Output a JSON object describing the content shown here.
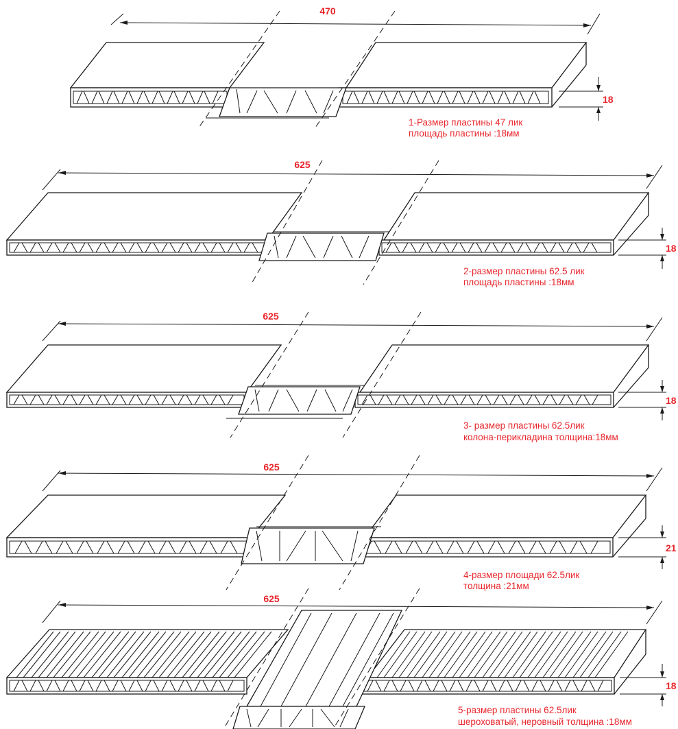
{
  "colors": {
    "label": "#e8262c",
    "line": "#1a1a1a",
    "background": "#ffffff"
  },
  "panels": [
    {
      "id": "panel-1",
      "length": "470",
      "thickness": "18",
      "caption": [
        "1-Размер пластины 47 лик",
        "площадь пластины  :18мм"
      ],
      "joint": "trapezoid-center"
    },
    {
      "id": "panel-2",
      "length": "625",
      "thickness": "18",
      "caption": [
        "2-размер пластины  62.5 лик",
        "площадь пластины :18мм"
      ],
      "joint": "trapezoid-center"
    },
    {
      "id": "panel-3",
      "length": "625",
      "thickness": "18",
      "caption": [
        "3- размер пластины 62.5лик",
        "колона-перикладина толщина:18мм"
      ],
      "joint": "trapezoid-center"
    },
    {
      "id": "panel-4",
      "length": "625",
      "thickness": "21",
      "caption": [
        "4-размер площади 62.5лик",
        "толщина :21мм"
      ],
      "joint": "trapezoid-center"
    },
    {
      "id": "panel-5",
      "length": "625",
      "thickness": "18",
      "caption": [
        "5-размер пластины 62.5лик",
        "шероховатый, неровный толщина :18мм"
      ],
      "joint": "ribbed-top"
    }
  ]
}
